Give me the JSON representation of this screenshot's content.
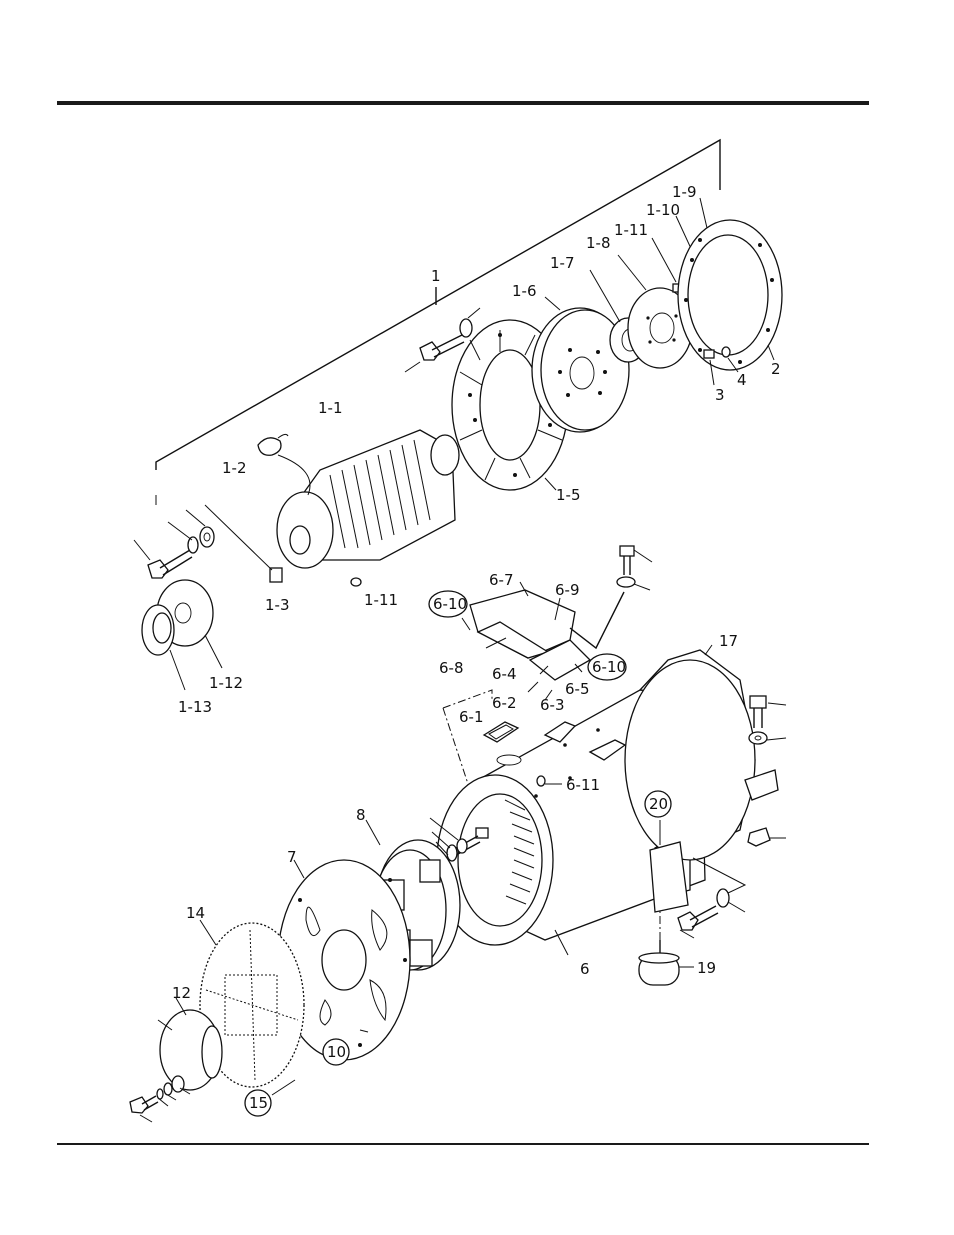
{
  "callouts": {
    "c1": "1",
    "c1_1": "1-1",
    "c1_2": "1-2",
    "c1_3": "1-3",
    "c1_5": "1-5",
    "c1_6": "1-6",
    "c1_7": "1-7",
    "c1_8": "1-8",
    "c1_9": "1-9",
    "c1_10": "1-10",
    "c1_11a": "1-11",
    "c1_11b": "1-11",
    "c1_12": "1-12",
    "c1_13": "1-13",
    "c2": "2",
    "c3": "3",
    "c4": "4",
    "c6": "6",
    "c6_1": "6-1",
    "c6_2": "6-2",
    "c6_3": "6-3",
    "c6_4": "6-4",
    "c6_5": "6-5",
    "c6_7": "6-7",
    "c6_8": "6-8",
    "c6_9": "6-9",
    "c6_10a": "6-10",
    "c6_10b": "6-10",
    "c6_11": "6-11",
    "c7": "7",
    "c8": "8",
    "c10": "10",
    "c12": "12",
    "c14": "14",
    "c15": "15",
    "c17": "17",
    "c19": "19",
    "c20": "20"
  }
}
